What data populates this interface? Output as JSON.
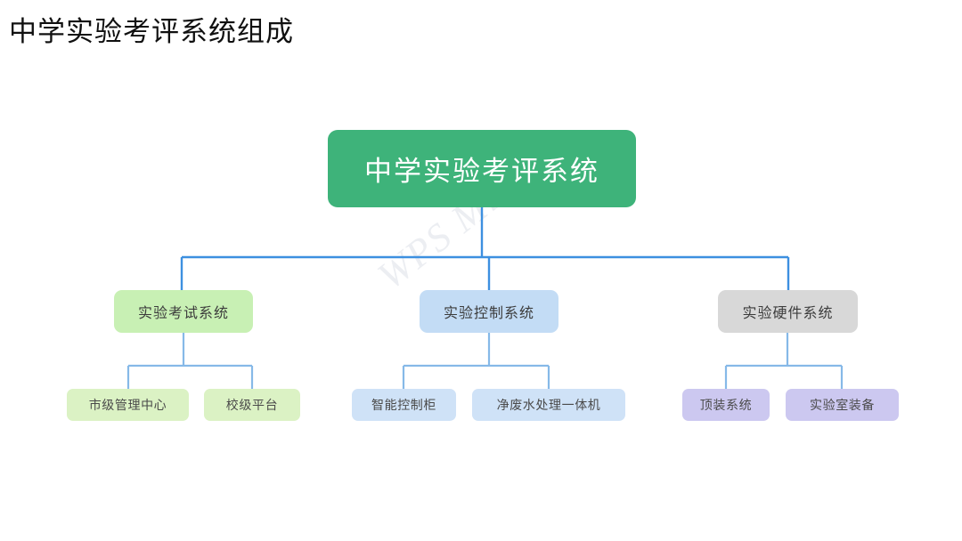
{
  "page": {
    "title": "中学实验考评系统组成",
    "background_color": "#ffffff"
  },
  "watermark": {
    "text": "WPS Mind",
    "color": "#eceef2"
  },
  "colors": {
    "root_fill": "#3eb37a",
    "root_text": "#ffffff",
    "level2_green_fill": "#c8f0b4",
    "level2_blue_fill": "#c3dcf5",
    "level2_gray_fill": "#d8d8d8",
    "level3_green_fill": "#dbf2c4",
    "level3_blue_fill": "#cfe2f7",
    "level3_purple_fill": "#ccc8f0",
    "node_text": "#3c3c3c",
    "connector_main": "#3d90e0",
    "connector_leaf": "#86b9e8"
  },
  "diagram": {
    "type": "tree",
    "root": {
      "label": "中学实验考评系统"
    },
    "branches": [
      {
        "label": "实验考试系统",
        "color_key": "level2_green_fill",
        "children": [
          {
            "label": "市级管理中心"
          },
          {
            "label": "校级平台"
          }
        ]
      },
      {
        "label": "实验控制系统",
        "color_key": "level2_blue_fill",
        "children": [
          {
            "label": "智能控制柜"
          },
          {
            "label": "净废水处理一体机"
          }
        ]
      },
      {
        "label": "实验硬件系统",
        "color_key": "level2_gray_fill",
        "children": [
          {
            "label": "顶装系统"
          },
          {
            "label": "实验室装备"
          }
        ]
      }
    ]
  }
}
